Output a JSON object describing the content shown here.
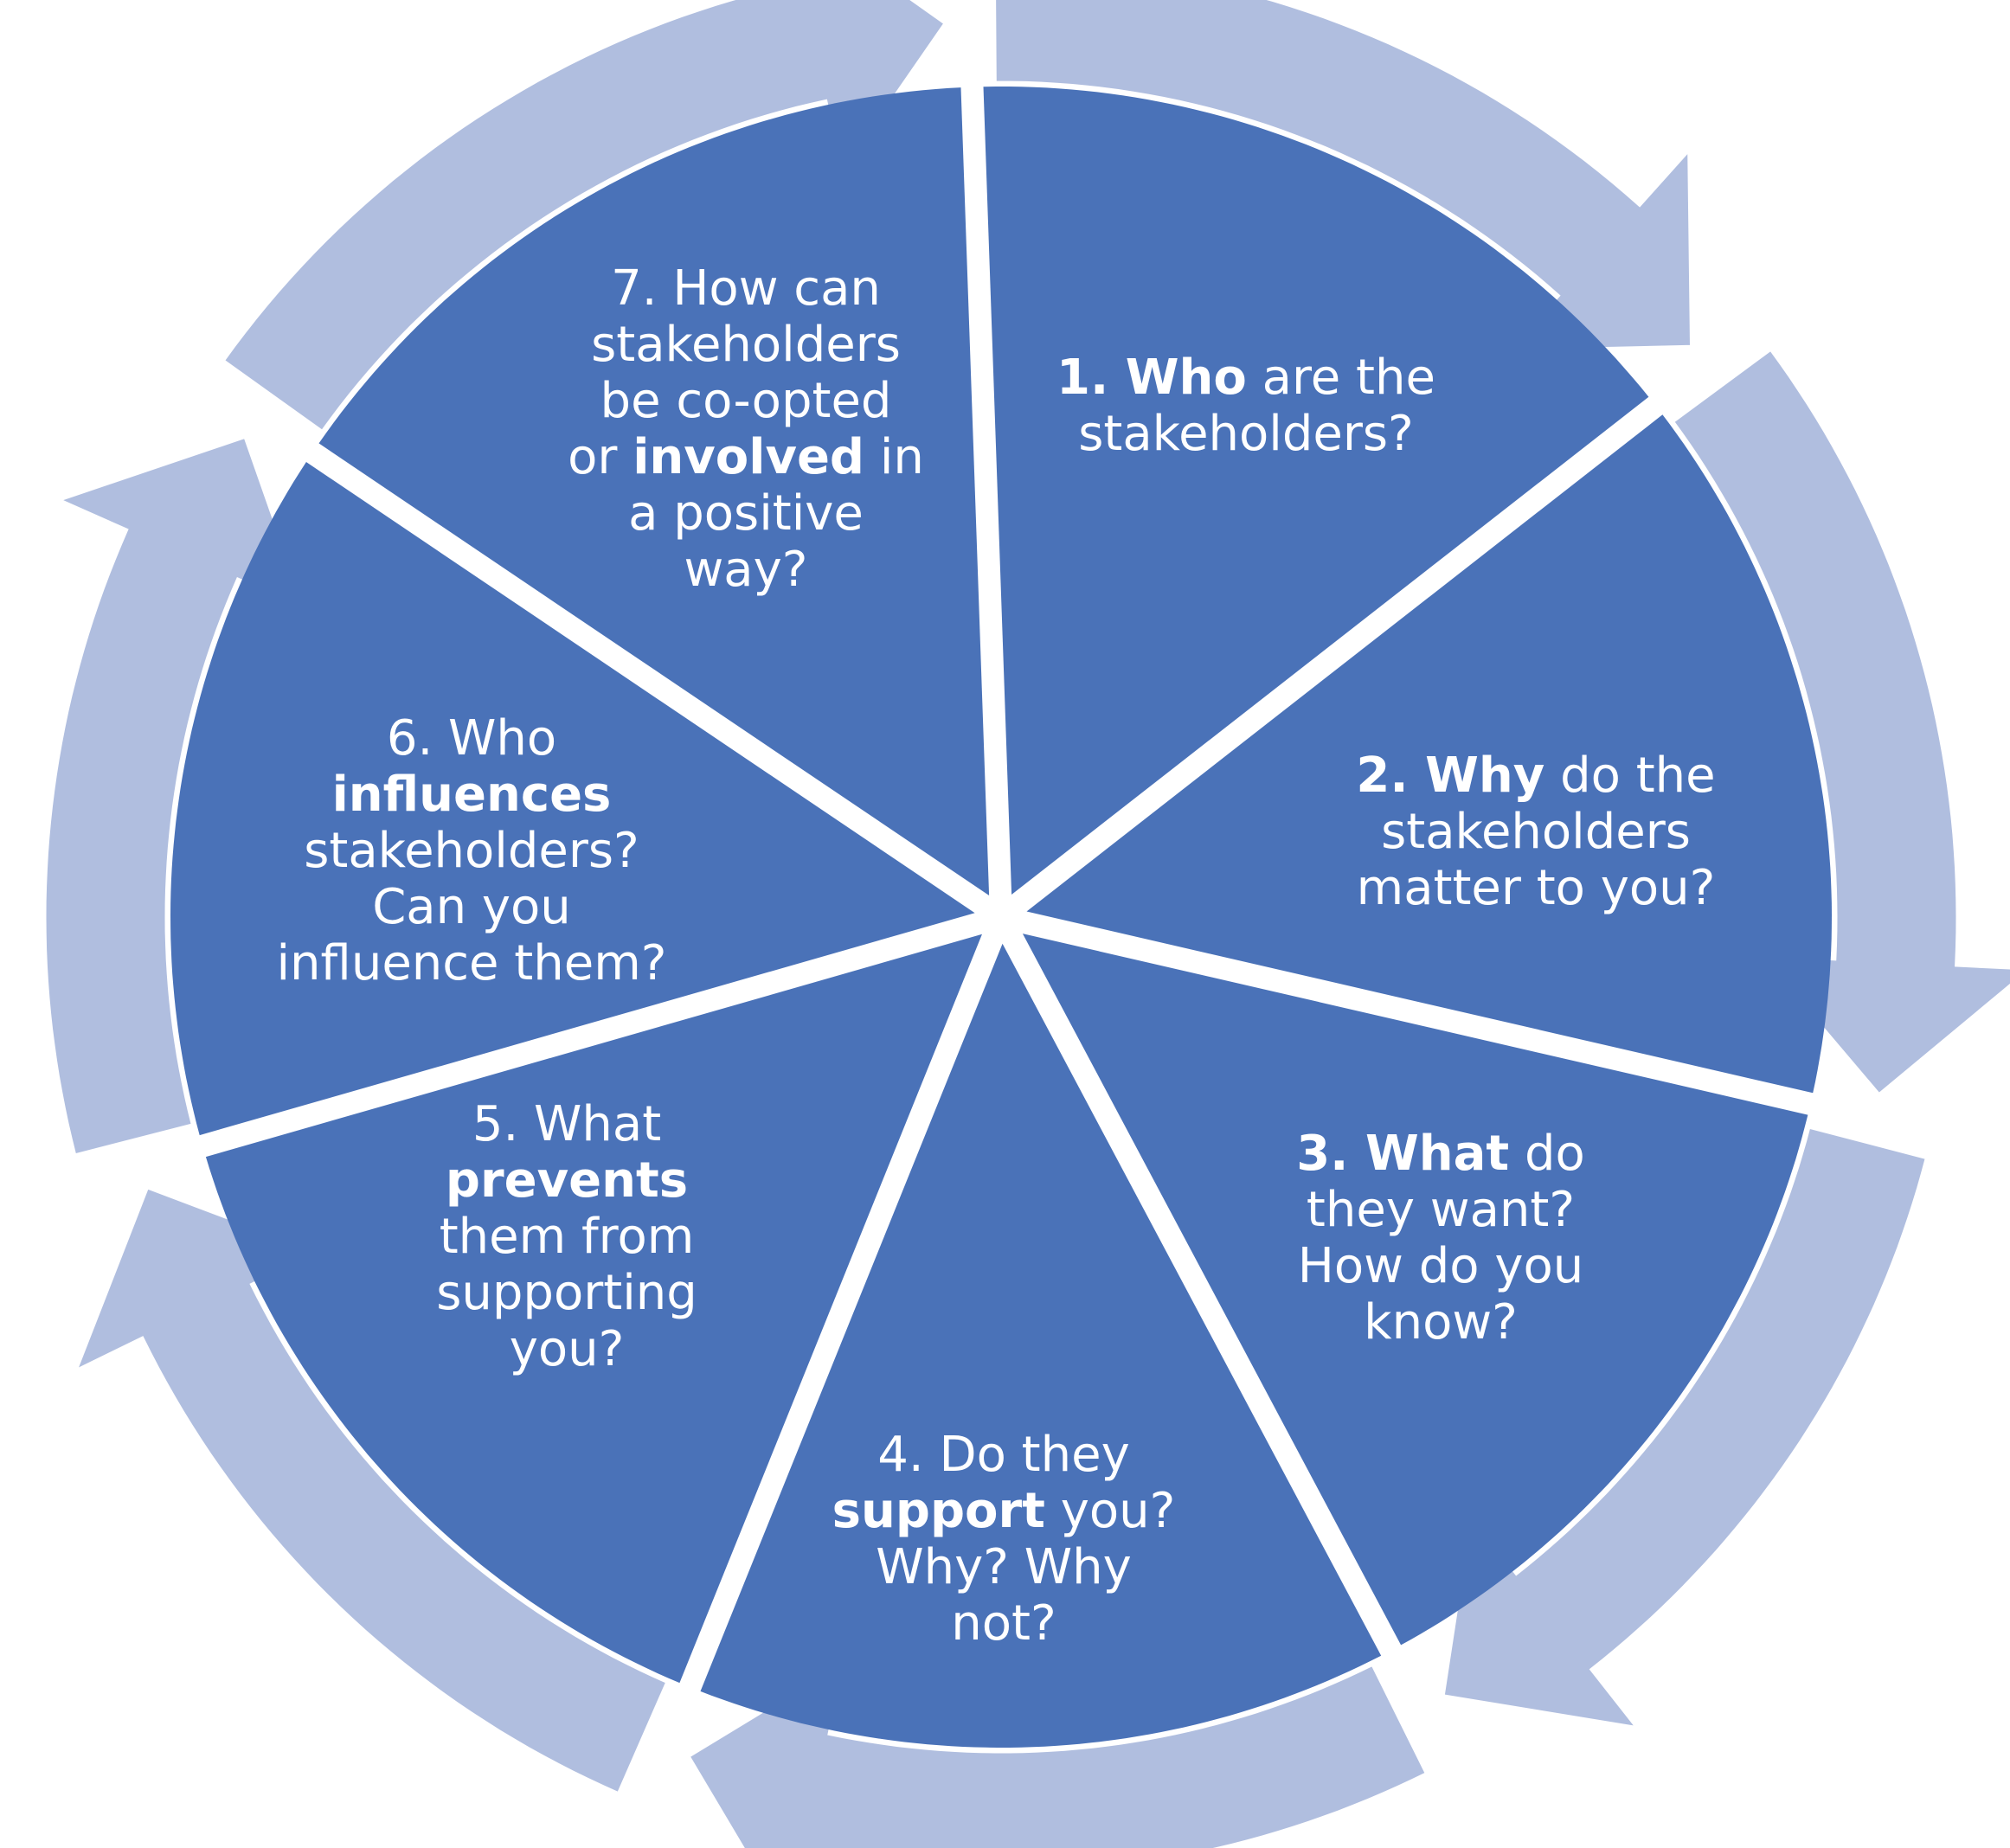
{
  "colors": {
    "wedge_fill": "#4a72b8",
    "arrow_fill": "#b0bedf",
    "background": "#ffffff",
    "text": "#ffffff"
  },
  "segments": [
    {
      "id": 1,
      "lines": [
        [
          {
            "t": "1. ",
            "b": true
          },
          {
            "t": "Who",
            "b": true
          },
          {
            "t": " are the",
            "b": false
          }
        ],
        [
          {
            "t": "stakeholders?",
            "b": false
          }
        ]
      ]
    },
    {
      "id": 2,
      "lines": [
        [
          {
            "t": "2. ",
            "b": true
          },
          {
            "t": "Why",
            "b": true
          },
          {
            "t": " do the",
            "b": false
          }
        ],
        [
          {
            "t": "stakeholders",
            "b": false
          }
        ],
        [
          {
            "t": "matter to you?",
            "b": false
          }
        ]
      ]
    },
    {
      "id": 3,
      "lines": [
        [
          {
            "t": "3. ",
            "b": true
          },
          {
            "t": "What",
            "b": true
          },
          {
            "t": " do",
            "b": false
          }
        ],
        [
          {
            "t": "they want?",
            "b": false
          }
        ],
        [
          {
            "t": "How do you",
            "b": false
          }
        ],
        [
          {
            "t": "know?",
            "b": false
          }
        ]
      ]
    },
    {
      "id": 4,
      "lines": [
        [
          {
            "t": "4. Do they",
            "b": false
          }
        ],
        [
          {
            "t": "support",
            "b": true
          },
          {
            "t": " you?",
            "b": false
          }
        ],
        [
          {
            "t": "Why? Why",
            "b": false
          }
        ],
        [
          {
            "t": "not?",
            "b": false
          }
        ]
      ]
    },
    {
      "id": 5,
      "lines": [
        [
          {
            "t": "5. What",
            "b": false
          }
        ],
        [
          {
            "t": "prevents",
            "b": true
          }
        ],
        [
          {
            "t": "them from",
            "b": false
          }
        ],
        [
          {
            "t": "supporting",
            "b": false
          }
        ],
        [
          {
            "t": "you?",
            "b": false
          }
        ]
      ]
    },
    {
      "id": 6,
      "lines": [
        [
          {
            "t": "6. Who",
            "b": false
          }
        ],
        [
          {
            "t": "influences",
            "b": true
          }
        ],
        [
          {
            "t": "stakeholders?",
            "b": false
          }
        ],
        [
          {
            "t": "Can you",
            "b": false
          }
        ],
        [
          {
            "t": "influence them?",
            "b": false
          }
        ]
      ]
    },
    {
      "id": 7,
      "lines": [
        [
          {
            "t": "7. How can",
            "b": false
          }
        ],
        [
          {
            "t": "stakeholders",
            "b": false
          }
        ],
        [
          {
            "t": "be co-opted",
            "b": false
          }
        ],
        [
          {
            "t": "or ",
            "b": false
          },
          {
            "t": "involved",
            "b": true
          },
          {
            "t": " in",
            "b": false
          }
        ],
        [
          {
            "t": "a positive",
            "b": false
          }
        ],
        [
          {
            "t": "way?",
            "b": false
          }
        ]
      ]
    }
  ]
}
